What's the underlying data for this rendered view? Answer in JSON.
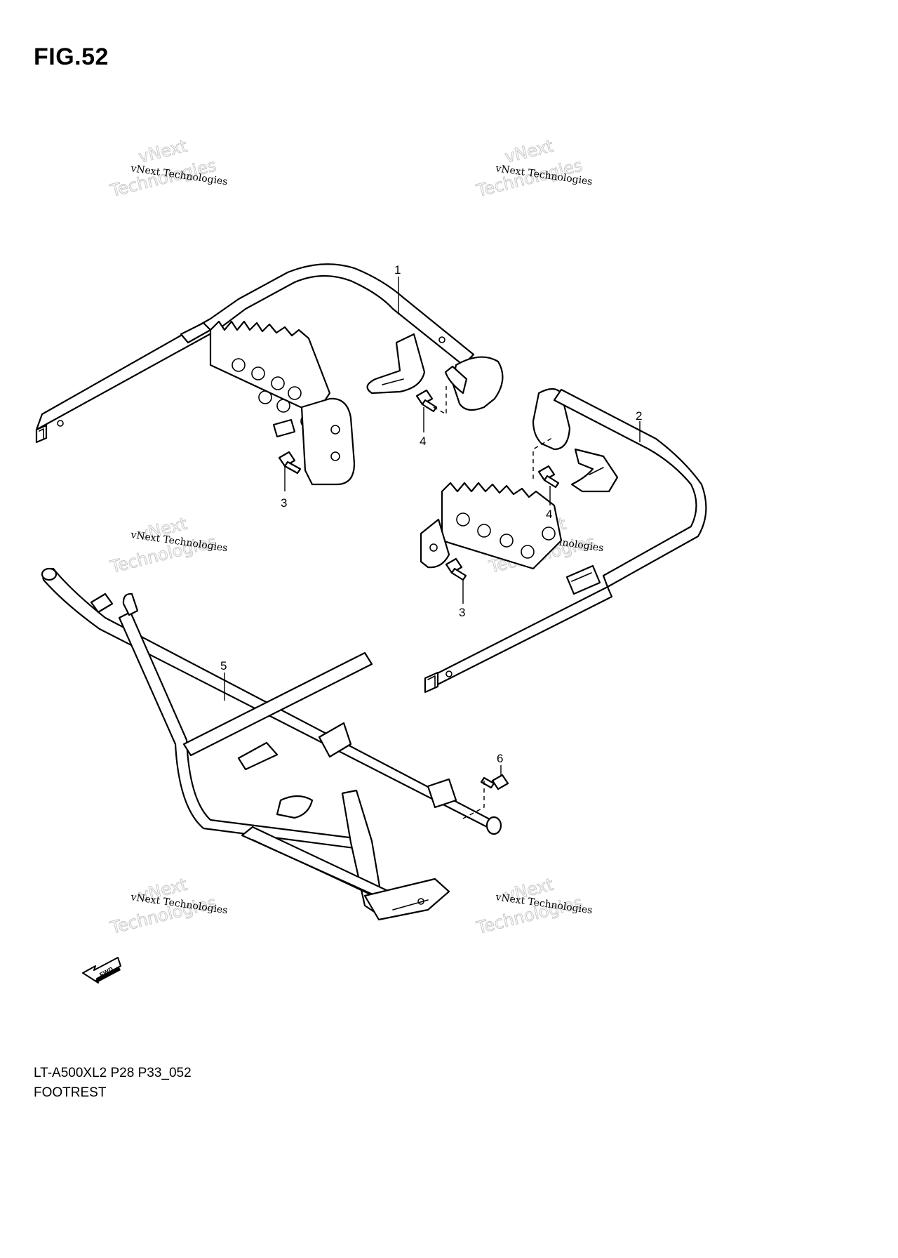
{
  "figure_title": "FIG.52",
  "model_code": "LT-A500XL2 P28 P33_052",
  "section_name": "FOOTREST",
  "watermark": {
    "line1": "vNext Technologies",
    "line2": "vNext",
    "line3": "Technologies"
  },
  "callouts": [
    "1",
    "2",
    "3",
    "4",
    "4",
    "3",
    "5",
    "6"
  ],
  "direction_badge": "FWD",
  "colors": {
    "ink": "#000000",
    "watermark": "#c9c9c9",
    "background": "#ffffff"
  }
}
